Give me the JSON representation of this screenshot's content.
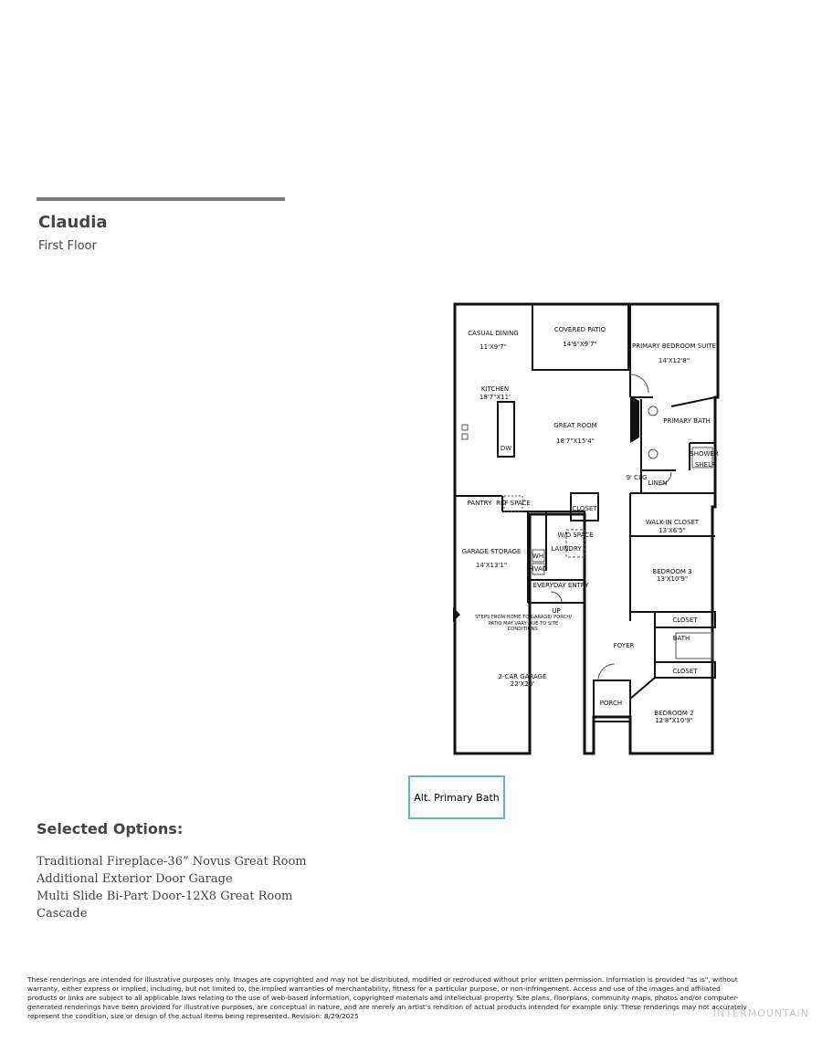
{
  "header": {
    "plan_name": "Claudia",
    "floor": "First Floor"
  },
  "floorplan": {
    "rooms": {
      "casual_dining_name": "CASUAL DINING",
      "casual_dining_size": "11'X9'7\"",
      "covered_patio_name": "COVERED PATIO",
      "covered_patio_size": "14'6\"X9'7\"",
      "primary_suite_name": "PRIMARY BEDROOM SUITE",
      "primary_suite_size": "14'X12'8\"",
      "kitchen_name": "KITCHEN",
      "kitchen_size": "18'7\"X11'",
      "great_room_name": "GREAT ROOM",
      "great_room_size": "18'7\"X15'4\"",
      "primary_bath": "PRIMARY BATH",
      "shower": "SHOWER",
      "shelf": "SHELF",
      "linen": "LINEN",
      "clg": "9' CLG",
      "dw": "DW",
      "pantry": "PANTRY",
      "ref_space": "REF SPACE",
      "closet": "CLOSET",
      "walk_in_closet_name": "WALK-IN CLOSET",
      "walk_in_closet_size": "13'X6'5\"",
      "garage_storage_name": "GARAGE STORAGE",
      "garage_storage_size": "14'X13'1\"",
      "laundry": "LAUNDRY",
      "wd_space": "W/D SPACE",
      "wh": "WH",
      "hvac": "HVAC",
      "bedroom3_name": "BEDROOM 3",
      "bedroom3_size": "13'X10'9\"",
      "everyday_entry": "EVERYDAY ENTRY",
      "up": "UP",
      "steps_note": "STEPS FROM HOME TO GARAGE/ PORCH/ PATIO MAY VARY DUE TO SITE CONDITIONS.",
      "bath": "BATH",
      "foyer": "FOYER",
      "garage_name": "2-CAR GARAGE",
      "garage_size": "22'X20'",
      "porch": "PORCH",
      "bedroom2_name": "BEDROOM 2",
      "bedroom2_size": "12'8\"X10'9\""
    }
  },
  "alt_option": "Alt. Primary Bath",
  "selected_options": {
    "title": "Selected Options:",
    "items": [
      "Traditional Fireplace-36” Novus Great Room",
      "Additional Exterior Door Garage",
      "Multi Slide Bi-Part Door-12X8 Great Room",
      "Cascade"
    ]
  },
  "disclaimer": "These renderings are intended for illustrative purposes only. Images are copyrighted and may not be distributed, modified or reproduced without prior written permission. Information is provided \"as is\", without warranty, either express or implied, including, but not limited to, the implied warranties of merchantability, fitness for a particular purpose, or non-infringement. Access and use of the images and affiliated products or links are subject to all applicable laws relating to the use of web-based information, copyrighted materials and intellectual property. Site plans, floorplans, community maps, photos and/or computer-generated renderings have been provided for illustrative purposes, are conceptual in nature, and are merely an artist's rendition of actual products intended for example only. These renderings may not accurately represent the condition, size or design of the actual items being represented. Revision: 8/29/2025",
  "watermark": "INTERMOUNTAIN"
}
